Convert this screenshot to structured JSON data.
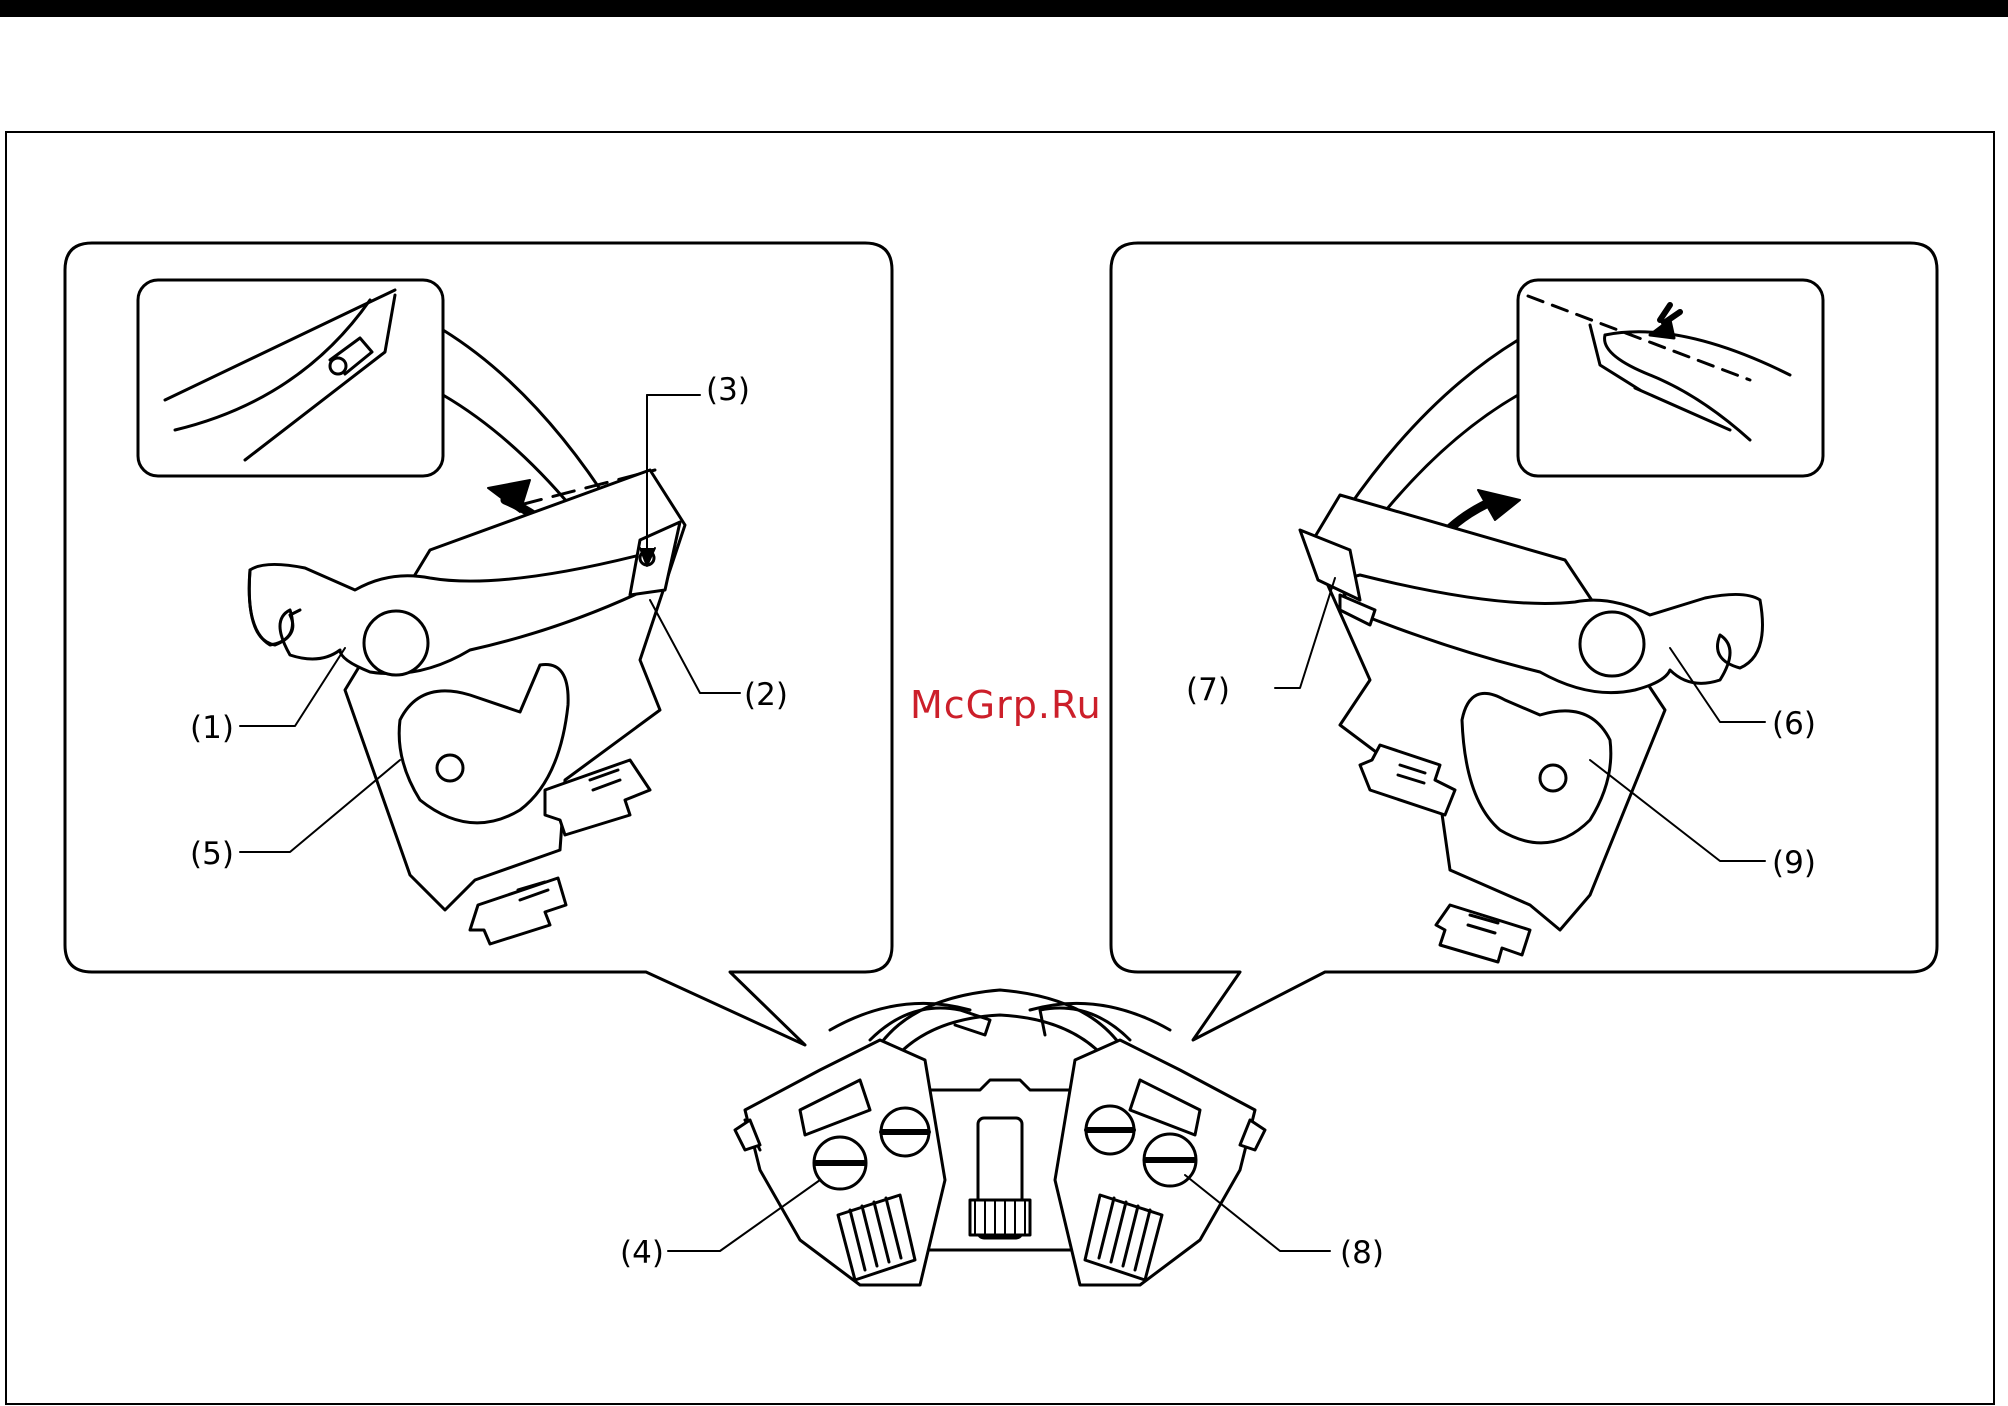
{
  "watermark": {
    "text": "McGrp.Ru",
    "color": "#cc1f2a"
  },
  "labels": {
    "l1": "(1)",
    "l2": "(2)",
    "l3": "(3)",
    "l4": "(4)",
    "l5": "(5)",
    "l6": "(6)",
    "l7": "(7)",
    "l8": "(8)",
    "l9": "(9)"
  },
  "colors": {
    "ink": "#000000",
    "paper": "#ffffff"
  }
}
